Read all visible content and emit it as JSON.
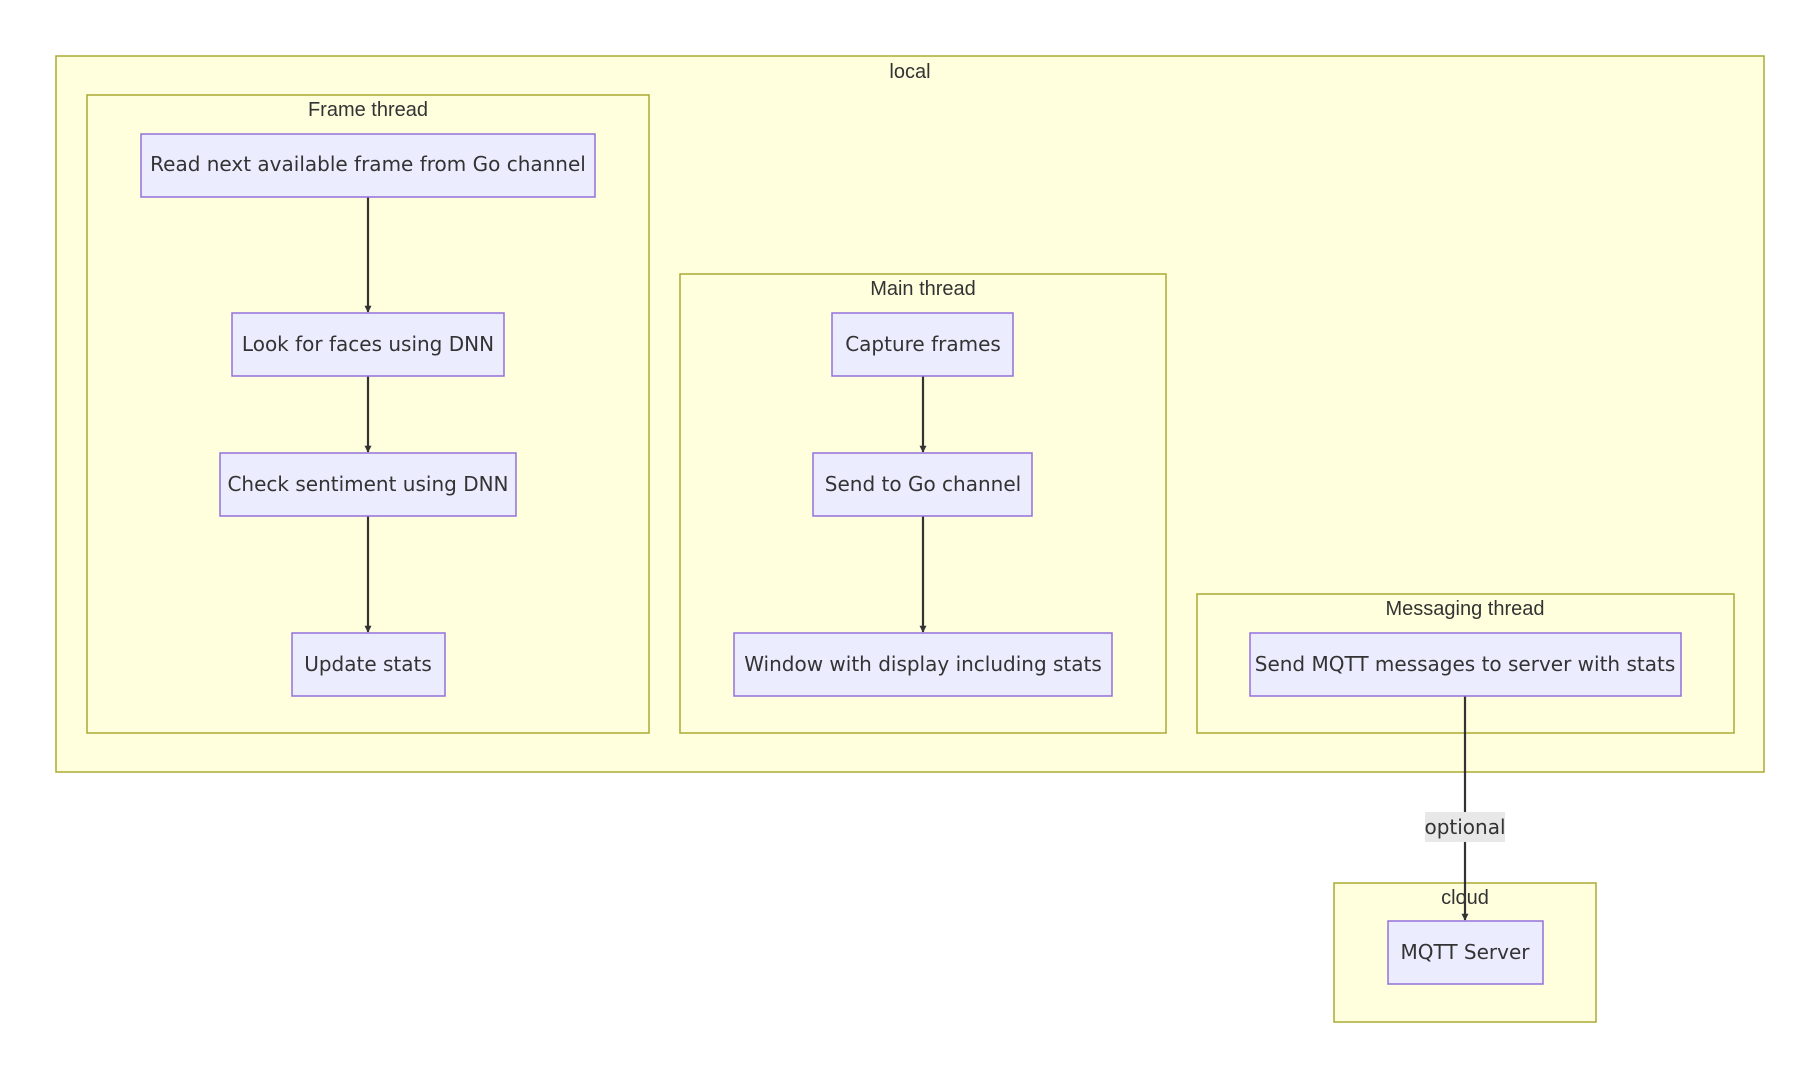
{
  "clusters": {
    "local": "local",
    "frame_thread": "Frame thread",
    "main_thread": "Main thread",
    "messaging_thread": "Messaging thread",
    "cloud": "cloud"
  },
  "nodes": {
    "read_frame": "Read next available frame from Go channel",
    "look_faces": "Look for faces using DNN",
    "check_sentiment": "Check sentiment using DNN",
    "update_stats": "Update stats",
    "capture_frames": "Capture frames",
    "send_go_channel": "Send to Go channel",
    "window_display": "Window with display including stats",
    "send_mqtt": "Send MQTT messages to server with stats",
    "mqtt_server": "MQTT Server"
  },
  "edges": {
    "optional_label": "optional"
  },
  "colors": {
    "cluster_fill": "#ffffde",
    "cluster_stroke": "#aaaa33",
    "node_fill": "#ececff",
    "node_stroke": "#9370db",
    "edge": "#333333"
  }
}
